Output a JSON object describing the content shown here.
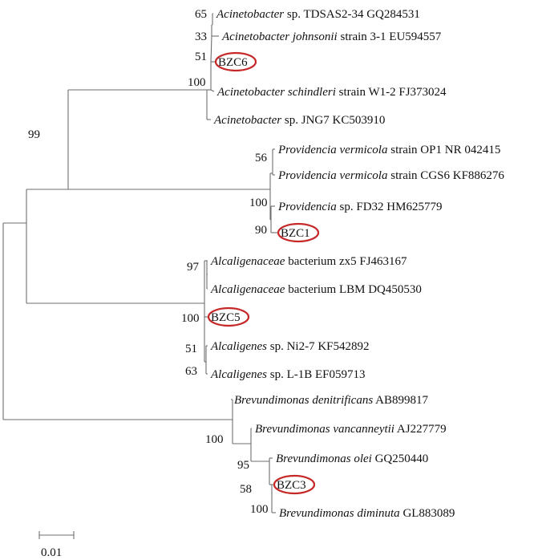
{
  "taxa": [
    {
      "id": "t1",
      "italic": "Acinetobacter",
      "rest": " sp. TDSAS2-34 GQ284531",
      "highlight": false
    },
    {
      "id": "t2",
      "italic": "Acinetobacter johnsonii",
      "rest": " strain 3-1 EU594557",
      "highlight": false
    },
    {
      "id": "t3",
      "italic": "",
      "rest": "BZC6",
      "highlight": true
    },
    {
      "id": "t4",
      "italic": "Acinetobacter schindleri",
      "rest": " strain W1-2 FJ373024",
      "highlight": false
    },
    {
      "id": "t5",
      "italic": "Acinetobacter",
      "rest": " sp. JNG7 KC503910",
      "highlight": false
    },
    {
      "id": "t6",
      "italic": "Providencia vermicola",
      "rest": " strain OP1 NR 042415",
      "highlight": false
    },
    {
      "id": "t7",
      "italic": "Providencia vermicola",
      "rest": " strain CGS6 KF886276",
      "highlight": false
    },
    {
      "id": "t8",
      "italic": "Providencia",
      "rest": " sp. FD32 HM625779",
      "highlight": false
    },
    {
      "id": "t9",
      "italic": "",
      "rest": "BZC1",
      "highlight": true
    },
    {
      "id": "t10",
      "italic": "Alcaligenaceae",
      "rest": " bacterium zx5 FJ463167",
      "highlight": false
    },
    {
      "id": "t11",
      "italic": "Alcaligenaceae",
      "rest": " bacterium LBM DQ450530",
      "highlight": false
    },
    {
      "id": "t12",
      "italic": "",
      "rest": "BZC5",
      "highlight": true
    },
    {
      "id": "t13",
      "italic": "Alcaligenes",
      "rest": " sp. Ni2-7 KF542892",
      "highlight": false
    },
    {
      "id": "t14",
      "italic": "Alcaligenes",
      "rest": " sp. L-1B EF059713",
      "highlight": false
    },
    {
      "id": "t15",
      "italic": "Brevundimonas denitrificans",
      "rest": " AB899817",
      "highlight": false
    },
    {
      "id": "t16",
      "italic": "Brevundimonas vancanneytii",
      "rest": " AJ227779",
      "highlight": false
    },
    {
      "id": "t17",
      "italic": "Brevundimonas olei",
      "rest": " GQ250440",
      "highlight": false
    },
    {
      "id": "t18",
      "italic": "",
      "rest": "BZC3",
      "highlight": true
    },
    {
      "id": "t19",
      "italic": "Brevundimonas diminuta",
      "rest": " GL883089",
      "highlight": false
    }
  ],
  "support_values": [
    {
      "id": "s65",
      "value": "65"
    },
    {
      "id": "s33",
      "value": "33"
    },
    {
      "id": "s51a",
      "value": "51"
    },
    {
      "id": "s100a",
      "value": "100"
    },
    {
      "id": "s99",
      "value": "99"
    },
    {
      "id": "s56",
      "value": "56"
    },
    {
      "id": "s100b",
      "value": "100"
    },
    {
      "id": "s90",
      "value": "90"
    },
    {
      "id": "s97",
      "value": "97"
    },
    {
      "id": "s100c",
      "value": "100"
    },
    {
      "id": "s51b",
      "value": "51"
    },
    {
      "id": "s63",
      "value": "63"
    },
    {
      "id": "s100d",
      "value": "100"
    },
    {
      "id": "s95",
      "value": "95"
    },
    {
      "id": "s58",
      "value": "58"
    },
    {
      "id": "s100e",
      "value": "100"
    }
  ],
  "scale_bar": {
    "label": "0.01"
  },
  "colors": {
    "branch": "#6e6e6e",
    "highlight": "#c62828",
    "text": "#111111"
  }
}
